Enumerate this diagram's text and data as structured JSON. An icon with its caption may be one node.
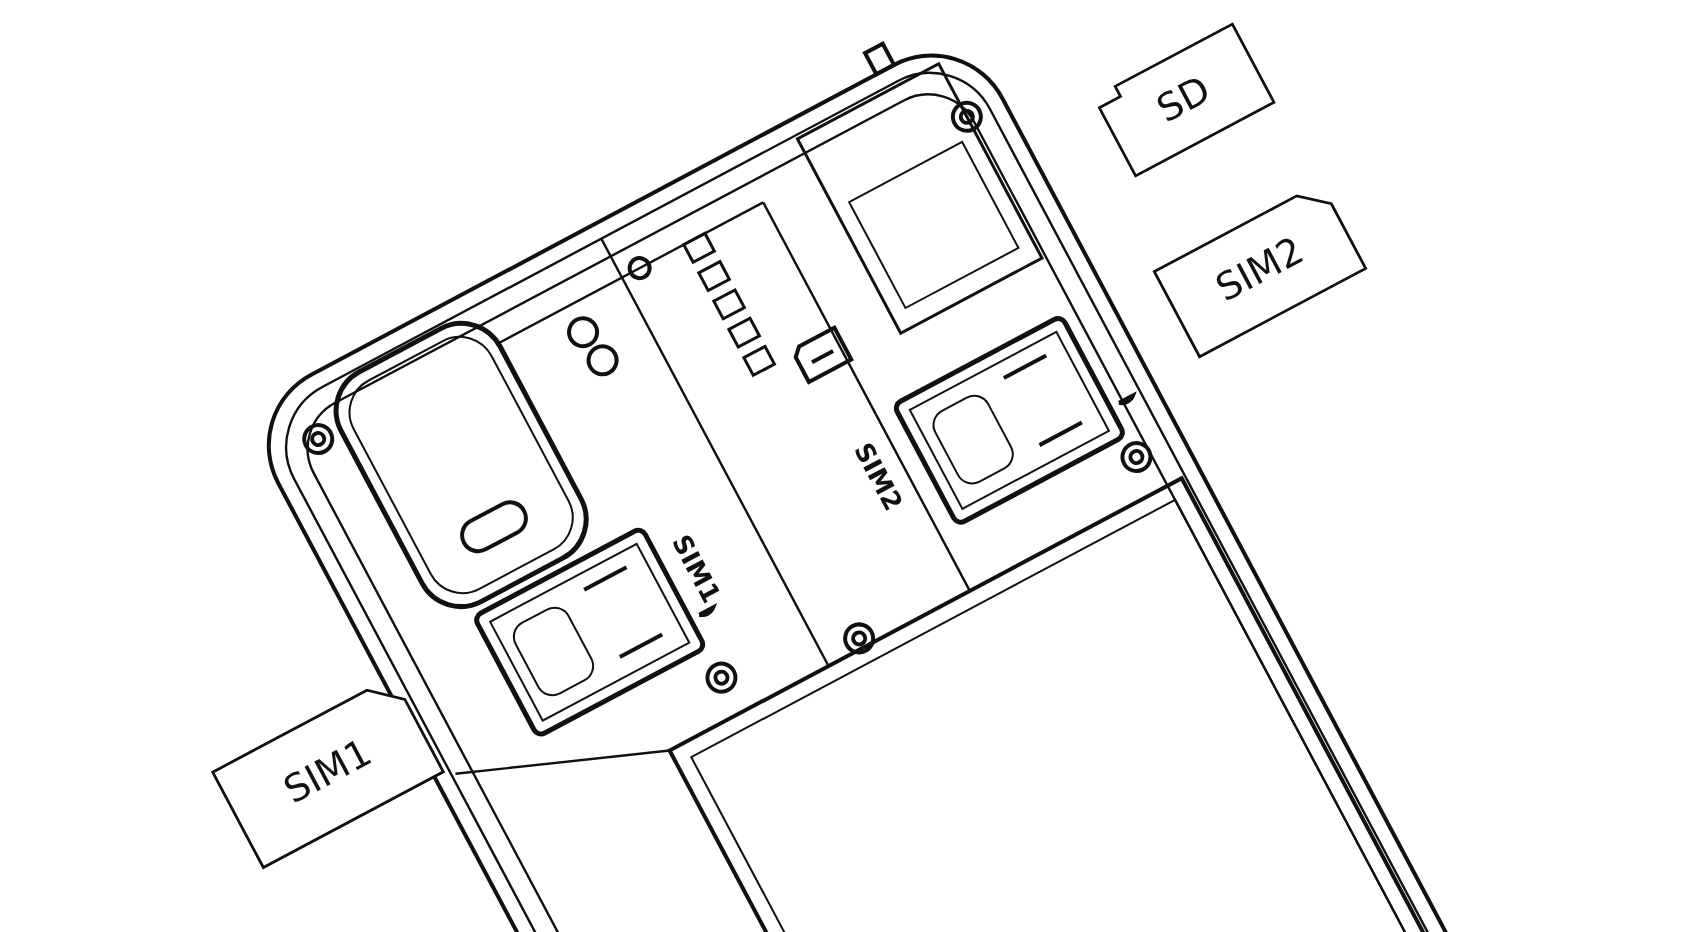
{
  "diagram": {
    "nodes": [
      {
        "text": [
          "SD"
        ]
      },
      {
        "text": [
          "SIM2"
        ]
      },
      {
        "text": [
          "SIM1"
        ]
      }
    ],
    "labels": [
      "SIM2",
      "SIM1"
    ]
  }
}
